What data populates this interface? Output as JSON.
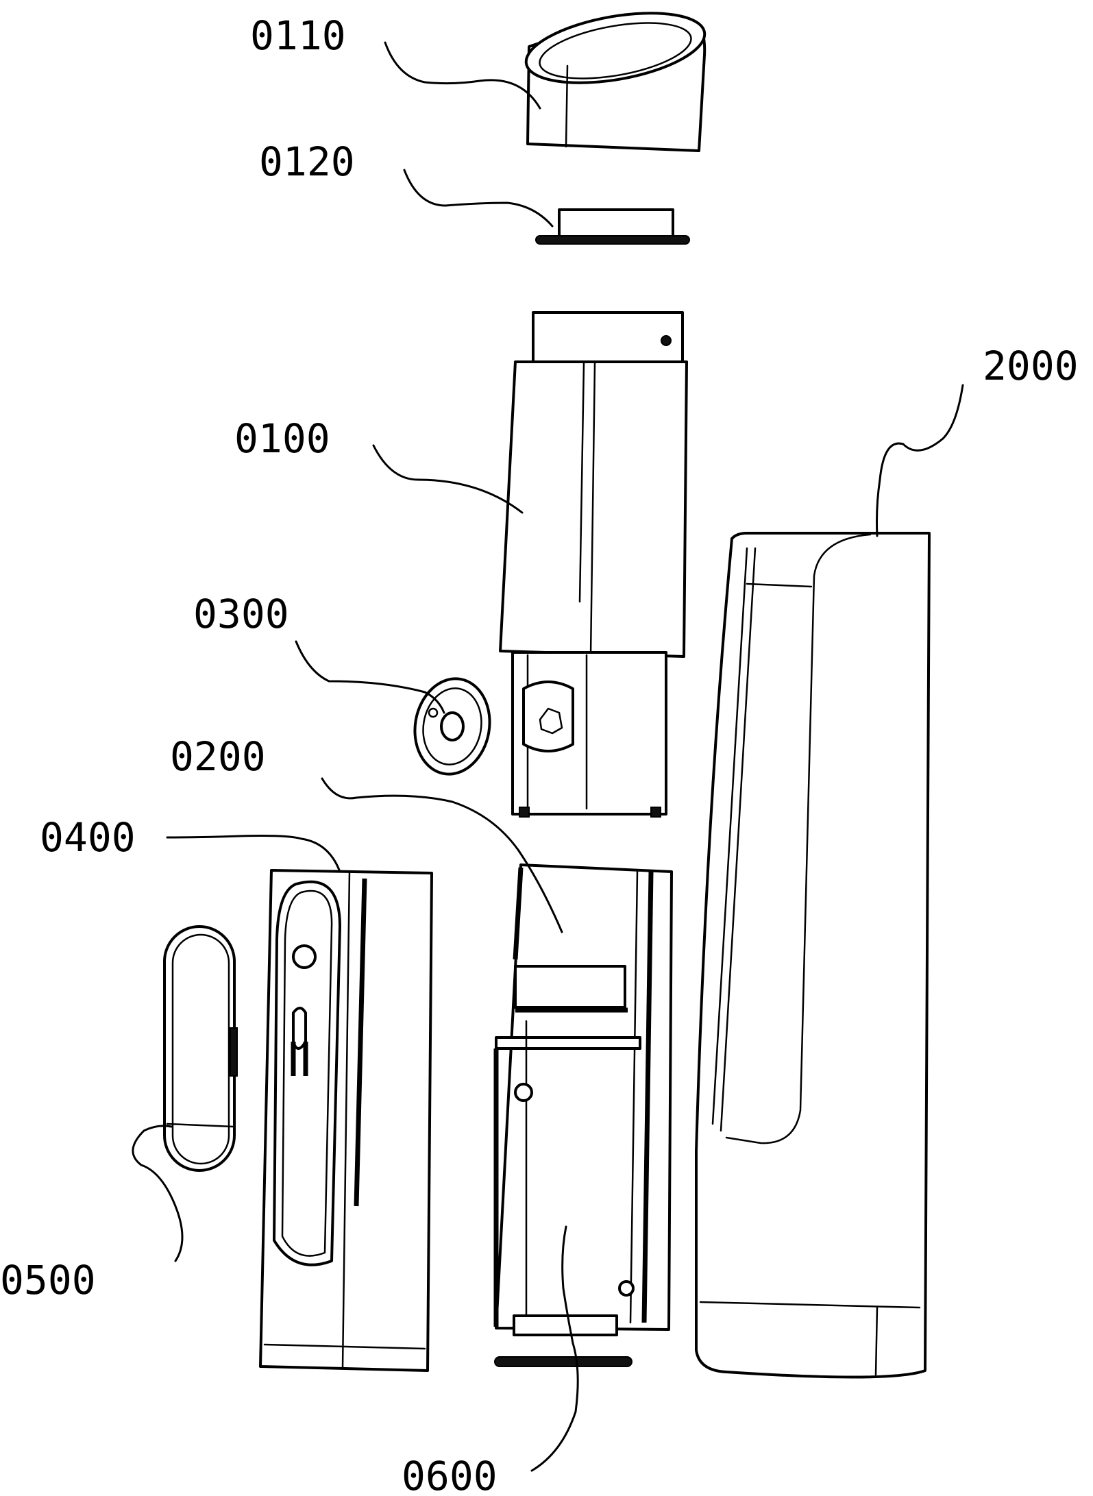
{
  "figure": {
    "labels": {
      "cap_0110": "0110",
      "seal_0120": "0120",
      "body_0100": "0100",
      "housing_2000": "2000",
      "disc_0300": "0300",
      "holder_0200": "0200",
      "cover_0400": "0400",
      "battery_0500": "0500",
      "base_0600": "0600"
    }
  }
}
